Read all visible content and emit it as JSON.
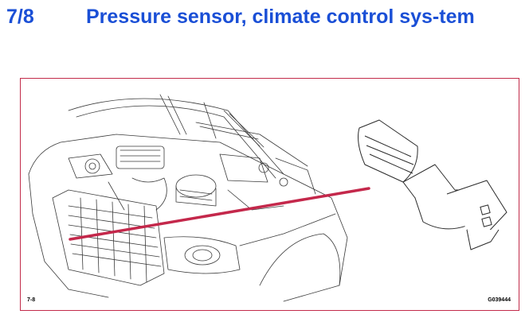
{
  "header": {
    "section_number": "7/8",
    "title": "Pressure sensor, climate control sys-tem"
  },
  "figure": {
    "number_label": "7-8",
    "image_code": "G039444",
    "subject": "car-engine-bay-with-pressure-sensor",
    "colors": {
      "frame": "#c22b4a",
      "pointer": "#c4284b",
      "line_art": "#3a3a3a"
    }
  }
}
